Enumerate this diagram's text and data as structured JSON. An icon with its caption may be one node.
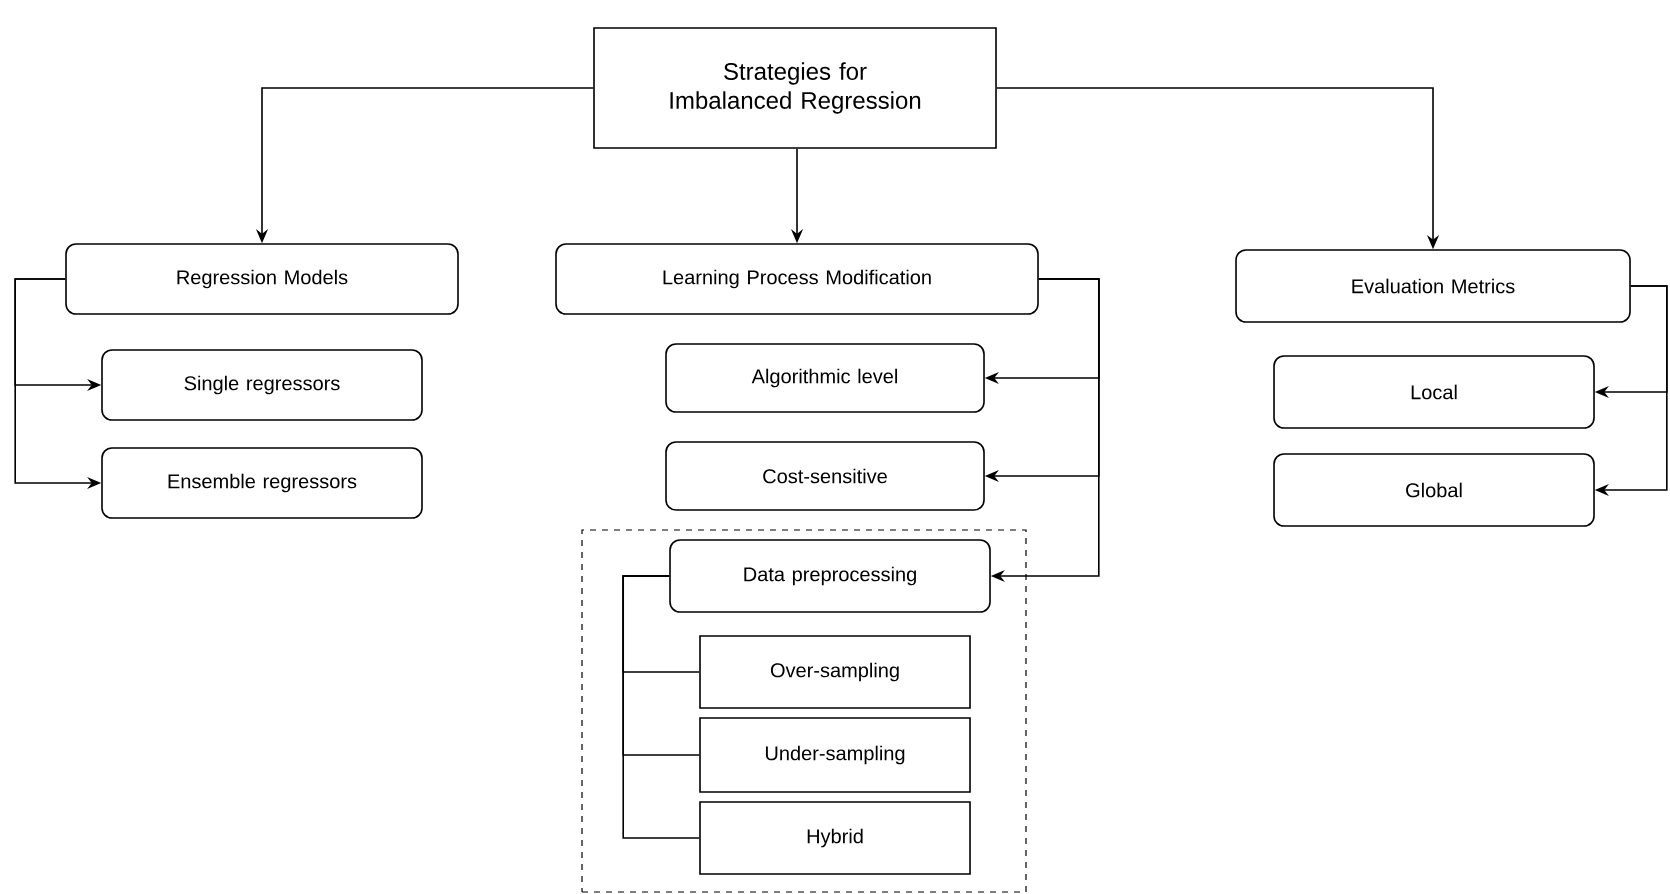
{
  "diagram": {
    "nodes": [
      {
        "text": [
          "Strategies for Imbalanced Regression"
        ]
      },
      {
        "text": [
          "Regression Models"
        ]
      },
      {
        "text": [
          "Single regressors"
        ]
      },
      {
        "text": [
          "Ensemble regressors"
        ]
      },
      {
        "text": [
          "Learning Process Modification"
        ]
      },
      {
        "text": [
          "Algorithmic level"
        ]
      },
      {
        "text": [
          "Cost-sensitive"
        ]
      },
      {
        "text": [],
        "shape": "box"
      },
      {
        "text": [
          "Data preprocessing"
        ],
        "in": 7
      },
      {
        "text": [
          "Over-sampling"
        ],
        "in": 7
      },
      {
        "text": [
          "Under-sampling"
        ],
        "in": 7
      },
      {
        "text": [
          "Hybrid"
        ],
        "in": 7
      },
      {
        "text": [
          "Evaluation Metrics"
        ]
      },
      {
        "text": [
          "Local"
        ]
      },
      {
        "text": [
          "Global"
        ]
      }
    ],
    "edges": [
      {
        "from": 0,
        "to": 1,
        "arrow": "to"
      },
      {
        "from": 0,
        "to": 4,
        "arrow": "to"
      },
      {
        "from": 0,
        "to": 12,
        "arrow": "to"
      },
      {
        "from": 1,
        "to": 2,
        "arrow": "to"
      },
      {
        "from": 1,
        "to": 3,
        "arrow": "to"
      },
      {
        "from": 4,
        "to": 5,
        "arrow": "to"
      },
      {
        "from": 4,
        "to": 6,
        "arrow": "to"
      },
      {
        "from": 4,
        "to": 8,
        "arrow": "to"
      },
      {
        "from": 8,
        "to": 9,
        "arrow": "none"
      },
      {
        "from": 8,
        "to": 10,
        "arrow": "none"
      },
      {
        "from": 8,
        "to": 11,
        "arrow": "none"
      },
      {
        "from": 12,
        "to": 13,
        "arrow": "to"
      },
      {
        "from": 12,
        "to": 14,
        "arrow": "to"
      }
    ]
  }
}
